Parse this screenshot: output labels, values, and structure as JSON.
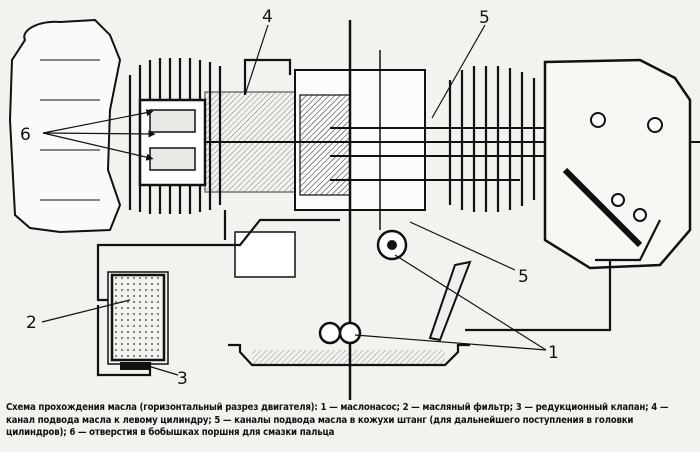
{
  "diagram": {
    "callouts": [
      "1",
      "2",
      "3",
      "4",
      "5",
      "5",
      "6"
    ],
    "caption": "Схема прохождения масла (горизонтальный разрез двигателя): 1 — маслонасос; 2 — масляный фильтр; 3 — редукционный клапан; 4 — канал подвода масла к левому цилиндру; 5 — каналы подвода масла в кожухи штанг (для дальнейшего поступления в головки цилиндров); 6 — отверстия в бобышках поршня для смазки пальца"
  }
}
